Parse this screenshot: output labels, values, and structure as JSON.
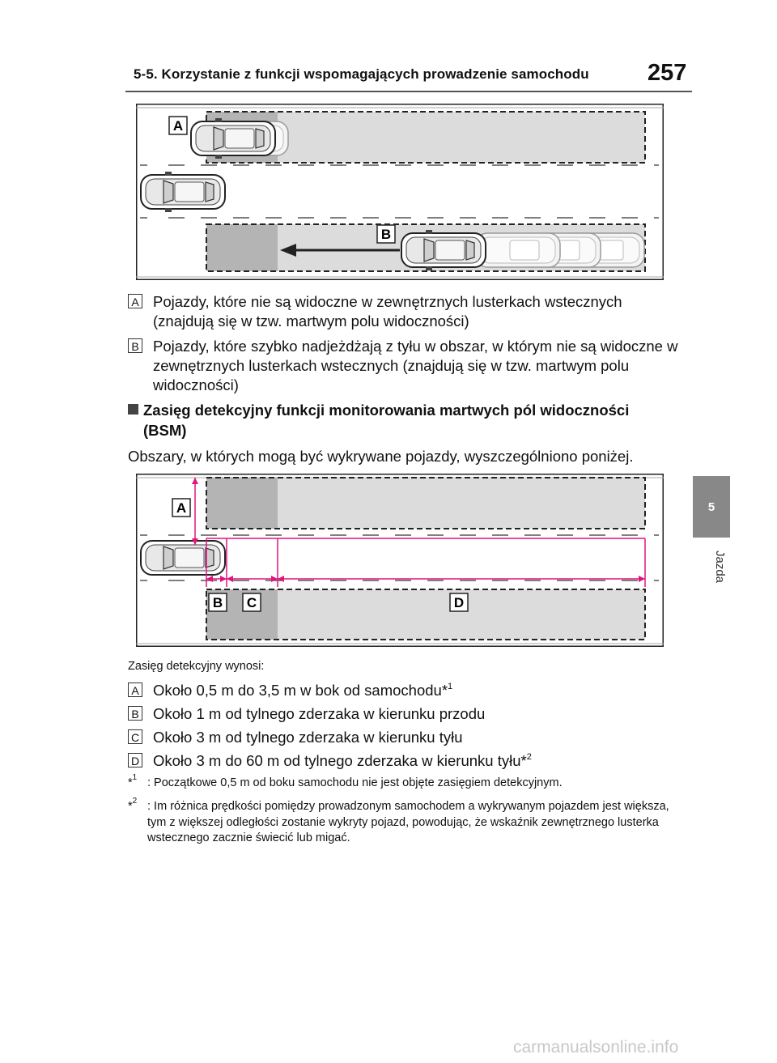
{
  "header": {
    "title": "5-5. Korzystanie z funkcji wspomagających prowadzenie samochodu",
    "page_number": "257"
  },
  "side_tab": {
    "number": "5",
    "label": "Jazda"
  },
  "diagram1": {
    "labels": [
      "A",
      "B"
    ]
  },
  "legend1": [
    {
      "key": "A",
      "text": "Pojazdy, które nie są widoczne w zewnętrznych lusterkach wstecznych (znajdują się w tzw. martwym polu widoczności)"
    },
    {
      "key": "B",
      "text": "Pojazdy, które szybko nadjeżdżają z tyłu w obszar, w którym nie są widoczne w zewnętrznych lusterkach wstecznych (znajdują się w tzw. martwym polu widoczności)"
    }
  ],
  "section": {
    "heading_line1": "Zasięg detekcyjny funkcji monitorowania martwych pól widoczności",
    "heading_line2": "(BSM)",
    "intro": "Obszary, w których mogą być wykrywane pojazdy, wyszczególniono poniżej."
  },
  "diagram2": {
    "labels": [
      "A",
      "B",
      "C",
      "D"
    ]
  },
  "range_caption": "Zasięg detekcyjny wynosi:",
  "legend2": [
    {
      "key": "A",
      "text": "Około 0,5 m do 3,5 m w bok od samochodu*",
      "sup": "1"
    },
    {
      "key": "B",
      "text": "Około 1 m od tylnego zderzaka w kierunku przodu",
      "sup": ""
    },
    {
      "key": "C",
      "text": "Około 3 m od tylnego zderzaka w kierunku tyłu",
      "sup": ""
    },
    {
      "key": "D",
      "text": "Około 3 m do 60 m od tylnego zderzaka w kierunku tyłu*",
      "sup": "2"
    }
  ],
  "footnotes": [
    {
      "mark": "*",
      "num": "1",
      "text": ": Początkowe 0,5 m od boku samochodu nie jest objęte zasięgiem detekcyjnym."
    },
    {
      "mark": "*",
      "num": "2",
      "text": ": Im różnica prędkości pomiędzy prowadzonym samochodem a wykrywanym pojazdem jest większa, tym z większej odległości zostanie wykryty pojazd, powodując, że wskaźnik zewnętrznego lusterka wstecznego zacznie świecić lub migać."
    }
  ],
  "watermark": "carmanualsonline.info",
  "colors": {
    "zone_dark": "#b4b4b4",
    "zone_light": "#dcdcdc",
    "dimension": "#e0147c",
    "tab": "#888888"
  }
}
